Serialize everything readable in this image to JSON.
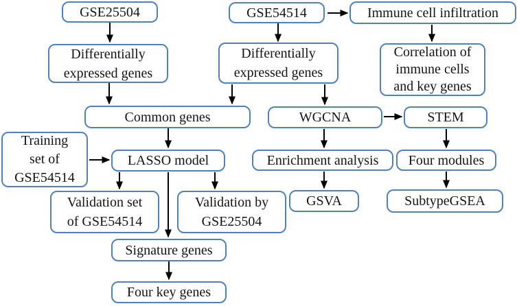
{
  "diagram": {
    "description": "Study workflow flowchart for gene-expression analysis",
    "colors": {
      "background": "#ffffff",
      "box_fill": "#ffffff",
      "box_border": "#4f81bd",
      "text": "#141414",
      "arrow": "#000000"
    },
    "nodes": {
      "gse25504": {
        "label": "GSE25504"
      },
      "gse54514": {
        "label": "GSE54514"
      },
      "immune_cell_infiltration": {
        "label": "Immune cell infiltration"
      },
      "deg_left": {
        "label": "Differentially\nexpressed genes"
      },
      "deg_right": {
        "label": "Differentially\nexpressed genes"
      },
      "correlation": {
        "label": "Correlation of\nimmune cells\nand key genes"
      },
      "common_genes": {
        "label": "Common genes"
      },
      "wgcna": {
        "label": "WGCNA"
      },
      "stem": {
        "label": "STEM"
      },
      "training_set": {
        "label": "Training\nset of\nGSE54514"
      },
      "lasso_model": {
        "label": "LASSO model"
      },
      "enrichment_analysis": {
        "label": "Enrichment analysis"
      },
      "four_modules": {
        "label": "Four modules"
      },
      "validation_set": {
        "label": "Validation set\nof GSE54514"
      },
      "validation_by": {
        "label": "Validation by\nGSE25504"
      },
      "gsva": {
        "label": "GSVA"
      },
      "subtype_gsea": {
        "label": "SubtypeGSEA"
      },
      "signature_genes": {
        "label": "Signature genes"
      },
      "four_key_genes": {
        "label": "Four key genes"
      }
    },
    "edges": [
      "GSE25504 -> Differentially expressed genes (left)",
      "GSE54514 -> Differentially expressed genes (right)",
      "GSE54514 -> Immune cell infiltration",
      "Immune cell infiltration -> Correlation of immune cells and key genes",
      "Differentially expressed genes (left) -> Common genes",
      "Differentially expressed genes (right) -> Common genes",
      "Differentially expressed genes (right) -> WGCNA",
      "Common genes -> LASSO model",
      "WGCNA -> STEM",
      "WGCNA -> Enrichment analysis",
      "STEM -> Four modules",
      "Training set of GSE54514 -> LASSO model",
      "LASSO model -> Validation set of GSE54514",
      "LASSO model -> Signature genes",
      "LASSO model -> Validation by GSE25504",
      "Enrichment analysis -> GSVA",
      "Four modules -> SubtypeGSEA",
      "Signature genes -> Four key genes"
    ]
  }
}
